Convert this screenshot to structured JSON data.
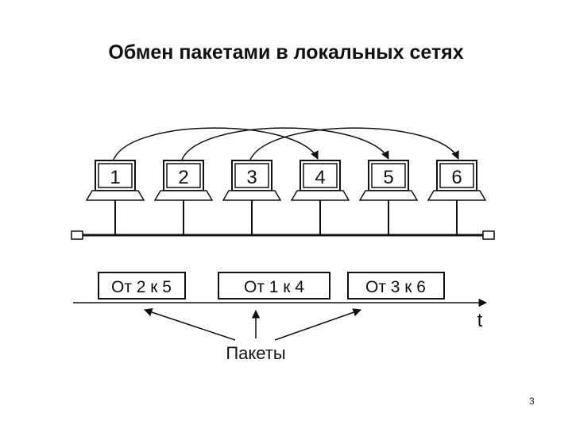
{
  "title": "Обмен пакетами в локальных сетях",
  "computers": [
    "1",
    "2",
    "3",
    "4",
    "5",
    "6"
  ],
  "packets": [
    "От 2 к 5",
    "От 1 к 4",
    "От 3 к 6"
  ],
  "time_axis_label": "t",
  "packets_label": "Пакеты",
  "page_number": "3"
}
